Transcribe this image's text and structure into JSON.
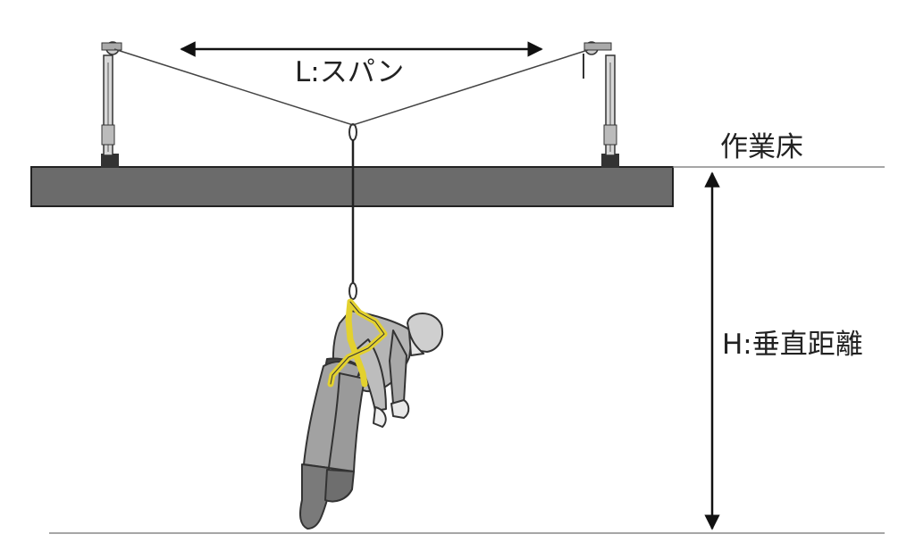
{
  "labels": {
    "span": "L:スパン",
    "floor": "作業床",
    "height": "H:垂直距離"
  },
  "colors": {
    "slab": "#6b6b6b",
    "line": "#333333",
    "harness": "#e3d12e",
    "clothing": "#b0b0b0",
    "boots": "#7a7a7a",
    "background": "#ffffff"
  },
  "icons": {
    "left_post": "anchor-post-icon",
    "right_post": "anchor-post-icon",
    "worker": "fallen-worker-in-harness-icon"
  }
}
